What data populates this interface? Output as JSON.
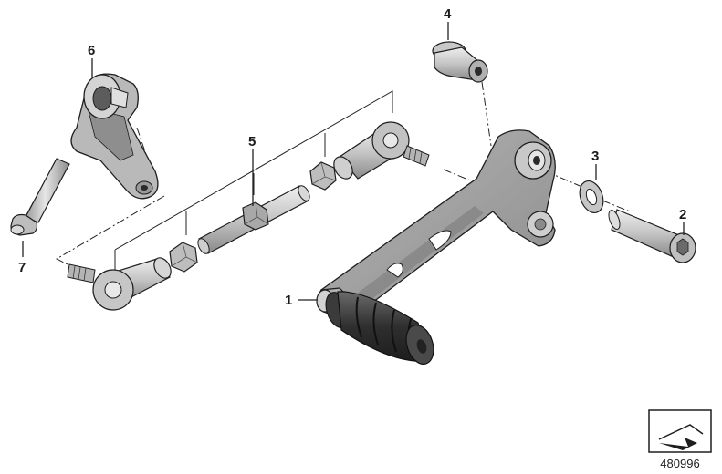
{
  "diagram": {
    "reference_code": "480996",
    "colors": {
      "metal_light": "#dcdcdc",
      "metal_mid": "#a9a9a9",
      "metal_dark": "#6e6e6e",
      "rubber": "#3b3b3b",
      "outline": "#1e1e1e"
    },
    "parts": [
      {
        "number": "1",
        "icon": "footpeg-rubber-icon"
      },
      {
        "number": "2",
        "icon": "bolt-icon"
      },
      {
        "number": "3",
        "icon": "washer-icon"
      },
      {
        "number": "4",
        "icon": "bushing-icon"
      },
      {
        "number": "5",
        "icon": "linkage-rod-icon"
      },
      {
        "number": "6",
        "icon": "bracket-icon"
      },
      {
        "number": "7",
        "icon": "pin-icon"
      }
    ]
  }
}
